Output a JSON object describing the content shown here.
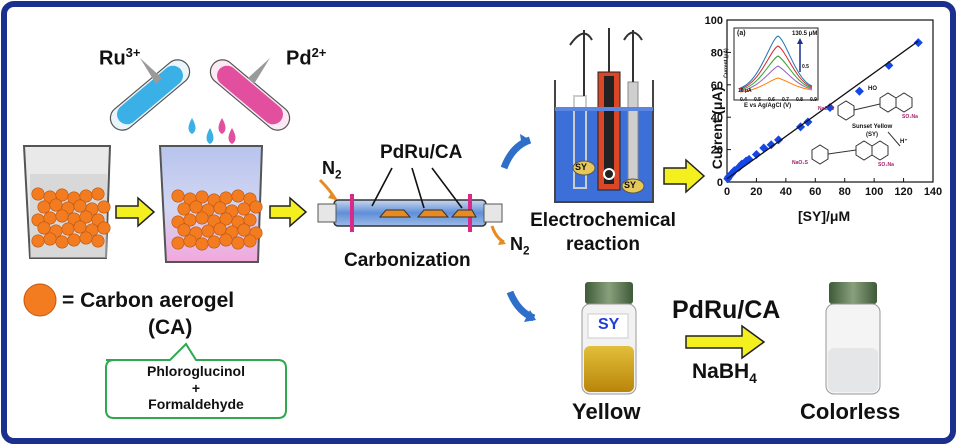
{
  "ions": {
    "ru": "Ru",
    "ru_charge": "3+",
    "pd": "Pd",
    "pd_charge": "2+"
  },
  "legend": {
    "symbol_text": "= Carbon aerogel",
    "abbr": "(CA)"
  },
  "precursor": {
    "line1": "Phloroglucinol",
    "plus": "+",
    "line2": "Formaldehyde"
  },
  "carbonization": {
    "gas_in": "N",
    "gas_in_sub": "2",
    "gas_out": "N",
    "gas_out_sub": "2",
    "catalyst": "PdRu/CA",
    "title": "Carbonization"
  },
  "electrochem": {
    "title_line1": "Electrochemical",
    "title_line2": "reaction",
    "electrode_labels": [
      "SY",
      "SY"
    ]
  },
  "chart_data": {
    "type": "scatter",
    "xlabel": "[SY]/μM",
    "ylabel": "Current (μA)",
    "xlim": [
      0,
      140
    ],
    "ylim": [
      0,
      100
    ],
    "xticks": [
      0,
      20,
      40,
      60,
      80,
      100,
      120,
      140
    ],
    "yticks": [
      0,
      20,
      40,
      60,
      80,
      100
    ],
    "points": [
      {
        "x": 0.5,
        "y": 2
      },
      {
        "x": 1,
        "y": 3
      },
      {
        "x": 2,
        "y": 4
      },
      {
        "x": 3,
        "y": 5
      },
      {
        "x": 5,
        "y": 7
      },
      {
        "x": 8,
        "y": 9
      },
      {
        "x": 10,
        "y": 11
      },
      {
        "x": 13,
        "y": 13
      },
      {
        "x": 15,
        "y": 14
      },
      {
        "x": 20,
        "y": 17
      },
      {
        "x": 25,
        "y": 21
      },
      {
        "x": 30,
        "y": 23
      },
      {
        "x": 35,
        "y": 26
      },
      {
        "x": 50,
        "y": 34
      },
      {
        "x": 55,
        "y": 37
      },
      {
        "x": 70,
        "y": 46
      },
      {
        "x": 90,
        "y": 56
      },
      {
        "x": 110,
        "y": 72
      },
      {
        "x": 130,
        "y": 86
      }
    ],
    "fit": [
      [
        0,
        2
      ],
      [
        130,
        87
      ]
    ],
    "inset": {
      "label": "(a)",
      "xlabel": "E vs Ag/AgCl (V)",
      "ylabel": "Current (μA)",
      "scale_label": "10 μA",
      "top_label": "130.5 μM",
      "peak_label": "0.5",
      "xticks": [
        "0.4",
        "0.5",
        "0.6",
        "0.7",
        "0.8",
        "0.9"
      ]
    },
    "molecule_labels": {
      "name": "Sunset Yellow",
      "abbr": "(SY)",
      "a1": "NaO₃S",
      "a2": "SO₃Na",
      "h": "H⁺",
      "ho": "HO",
      "b1": "NaO₃S",
      "b2": "SO₃Na"
    }
  },
  "degradation": {
    "vial_label": "SY",
    "catalyst": "PdRu/CA",
    "reductant": "NaBH",
    "reductant_sub": "4",
    "before": "Yellow",
    "after": "Colorless"
  },
  "colors": {
    "frame": "#1b2f8f",
    "arrow_fill": "#f4ef1e",
    "aerogel": "#f47c20",
    "ru_solution": "#3ab0e6",
    "pd_solution": "#e24f9e",
    "series": "#1546e8",
    "water": "#3c6fd8",
    "yellow_liquid": "#cf9d14",
    "callout_border": "#2fa84f"
  }
}
